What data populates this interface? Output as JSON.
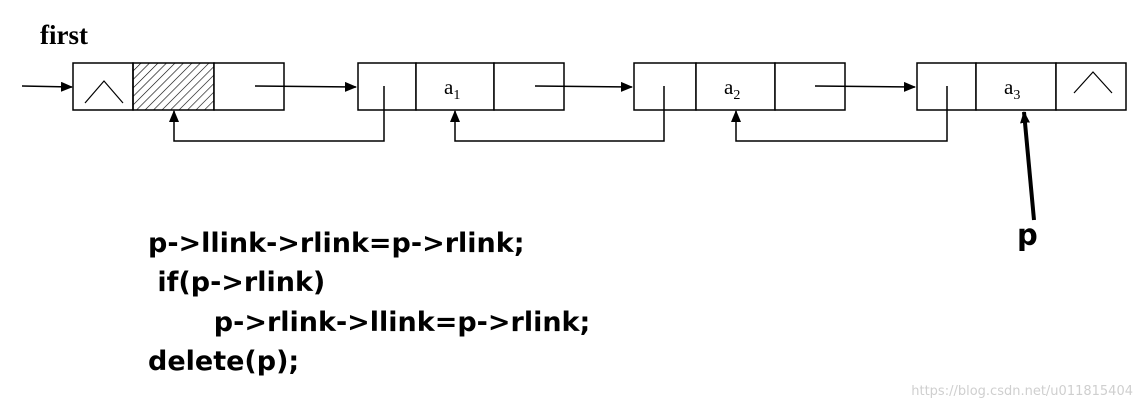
{
  "labels": {
    "first": "first",
    "p": "p"
  },
  "nodes": [
    {
      "id": "head",
      "data": "",
      "data_shaded": true,
      "llink_null": true,
      "rlink_null": false
    },
    {
      "id": "n1",
      "data_main": "a",
      "data_sub": "1",
      "llink_null": false,
      "rlink_null": false
    },
    {
      "id": "n2",
      "data_main": "a",
      "data_sub": "2",
      "llink_null": false,
      "rlink_null": false
    },
    {
      "id": "n3",
      "data_main": "a",
      "data_sub": "3",
      "llink_null": false,
      "rlink_null": true
    }
  ],
  "code": [
    "p->llink->rlink=p->rlink;",
    " if(p->rlink)",
    "       p->rlink->llink=p->rlink;",
    "delete(p);"
  ],
  "watermark": "https://blog.csdn.net/u011815404"
}
